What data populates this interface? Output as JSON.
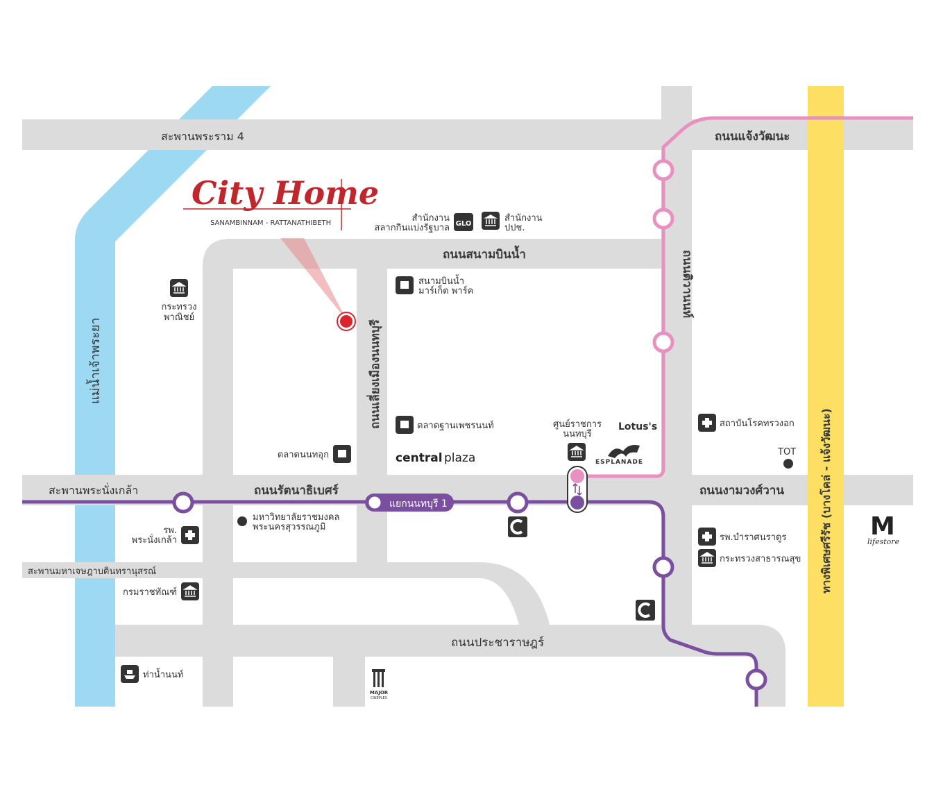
{
  "brand": {
    "logo_text": "City Home",
    "tagline": "SANAMBINNAM - RATTANATHIBETH"
  },
  "colors": {
    "road": "#dcdcdc",
    "river": "#9dd9f3",
    "highway": "#fde063",
    "purple_line": "#7b4f9f",
    "pink_line": "#e890c0",
    "marker": "#d9262e",
    "icon": "#333333"
  },
  "roads": {
    "rama4_bridge": "สะพานพระราม 4",
    "chaengwattana": "ถนนแจ้งวัฒนะ",
    "sanambinnam": "ถนนสนามบินน้ำ",
    "tiwanon": "ถนนติวานนท์",
    "liang_muang": "ถนนเลี่ยงเมืองนนทบุรี",
    "rattanathibet": "ถนนรัตนาธิเบศร์",
    "nangklao_bridge": "สะพานพระนั่งเกล้า",
    "ngamwongwan": "ถนนงามวงศ์วาน",
    "maha_chesada_bridge": "สะพานมหาเจษฎาบดินทรานุสรณ์",
    "pracharat": "ถนนประชาราษฎร์",
    "si_rat_expressway": "ทางพิเศษศรีรัช (บางโคล่ - แจ้งวัฒนะ)",
    "river": "แม่น้ำเจ้าพระยา"
  },
  "stations": {
    "interchange": "แยกนนทบุรี 1"
  },
  "places": {
    "glo_line1": "สำนักงาน",
    "glo_line2": "สลากกินแบ่งรัฐบาล",
    "glo_badge": "GLO",
    "ppc_line1": "สำนักงาน",
    "ppc_line2": "ปปช.",
    "commerce_line1": "กระทรวง",
    "commerce_line2": "พาณิชย์",
    "sanambinnam_market_line1": "สนามบินน้ำ",
    "sanambinnam_market_line2": "มาร์เก็ต พาร์ค",
    "tan_petch_market": "ตลาดฐานเพชรนนท์",
    "nonthaburi_gov_line1": "ศูนย์ราชการ",
    "nonthaburi_gov_line2": "นนทบุรี",
    "lotus": "Lotus's",
    "esplanade": "ESPLANADE",
    "thoracic_institute": "สถาบันโรคทรวงอก",
    "tot": "TOT",
    "nonthaburi_market": "ตลาดนนทอุก",
    "centralplaza_a": "central",
    "centralplaza_b": "plaza",
    "nangklao_hosp_line1": "รพ.",
    "nangklao_hosp_line2": "พระนั่งเกล้า",
    "rmutsb_line1": "มหาวิทยาลัยราชมงคล",
    "rmutsb_line2": "พระนครสุวรรณภูมิ",
    "bamrasnaradura": "รพ.บำราศนราดูร",
    "public_health": "กระทรวงสาธารณสุข",
    "corrections": "กรมราชทัณฑ์",
    "mlifestore_letter": "M",
    "mlifestore_script": "lifestore",
    "pier": "ท่าน้ำนนท์",
    "major_line1": "MAJOR",
    "major_line2": "CINEPLEX"
  }
}
